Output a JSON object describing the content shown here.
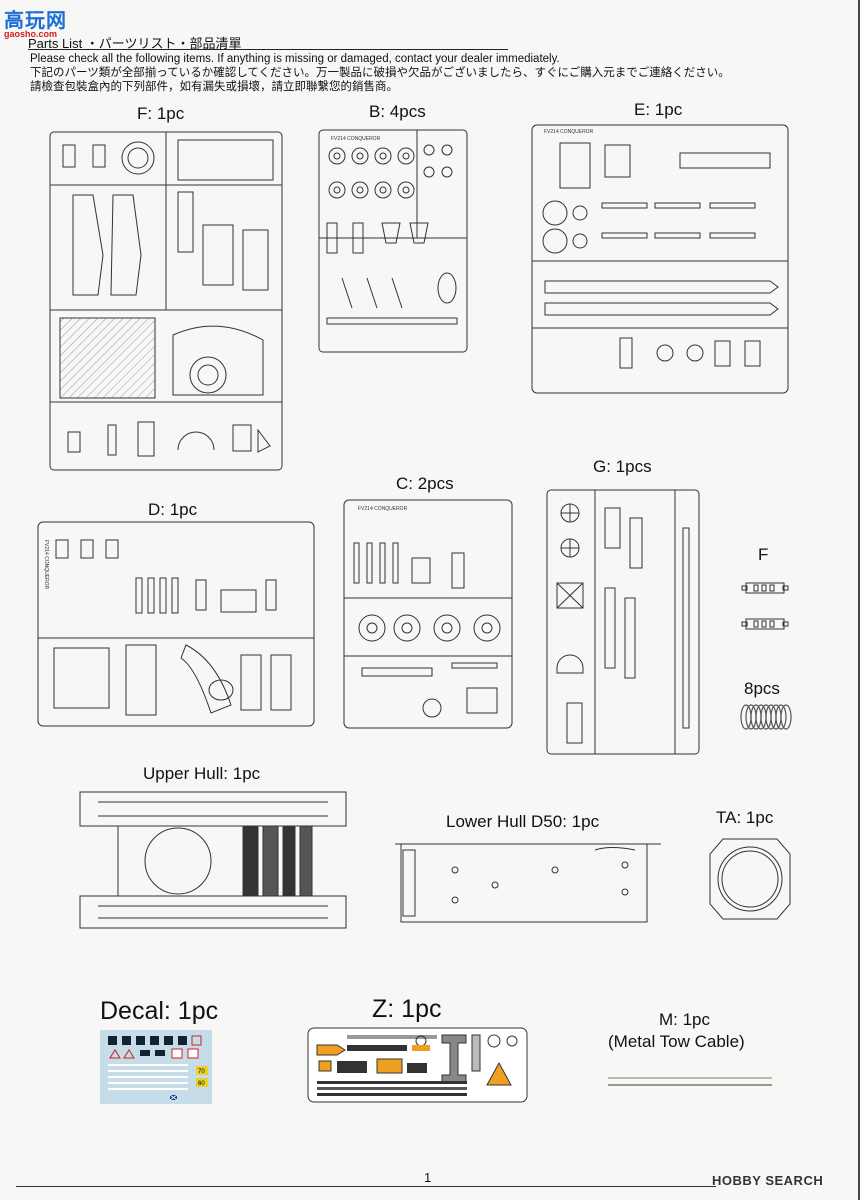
{
  "watermark": {
    "brand": "高玩网",
    "site": "gaosho.com"
  },
  "header": {
    "title": "Parts List ・パーツリスト・部品清單"
  },
  "notes": [
    "Please check all the following items. If anything is missing or damaged, contact your dealer immediately.",
    "下記のパーツ類が全部揃っているか確認してください。万一製品に破損や欠品がございましたら、すぐにご購入元までご連絡ください。",
    "請檢查包裝盒內的下列部件，如有漏失或損壞，請立即聯繫您的銷售商。"
  ],
  "sprues": {
    "f": {
      "label": "F: 1pc"
    },
    "b": {
      "label": "B: 4pcs",
      "tag": "FV214 CONQUEROR"
    },
    "e": {
      "label": "E: 1pc",
      "tag": "FV214 CONQUEROR"
    },
    "d": {
      "label": "D: 1pc",
      "tag": "FV214 CONQUEROR"
    },
    "c": {
      "label": "C: 2pcs",
      "tag": "FV214 CONQUEROR"
    },
    "g": {
      "label": "G: 1pcs"
    }
  },
  "track": {
    "label": "F",
    "count_label": "8pcs"
  },
  "hulls": {
    "upper": "Upper Hull: 1pc",
    "lower": "Lower Hull D50: 1pc",
    "ta": "TA: 1pc"
  },
  "decal": {
    "label": "Decal: 1pc",
    "numbers": [
      "70",
      "60"
    ]
  },
  "pe": {
    "label": "Z: 1pc"
  },
  "cable": {
    "line1": "M: 1pc",
    "line2": "(Metal Tow Cable)"
  },
  "footer": {
    "page": "1",
    "logo": "HOBBY SEARCH"
  }
}
